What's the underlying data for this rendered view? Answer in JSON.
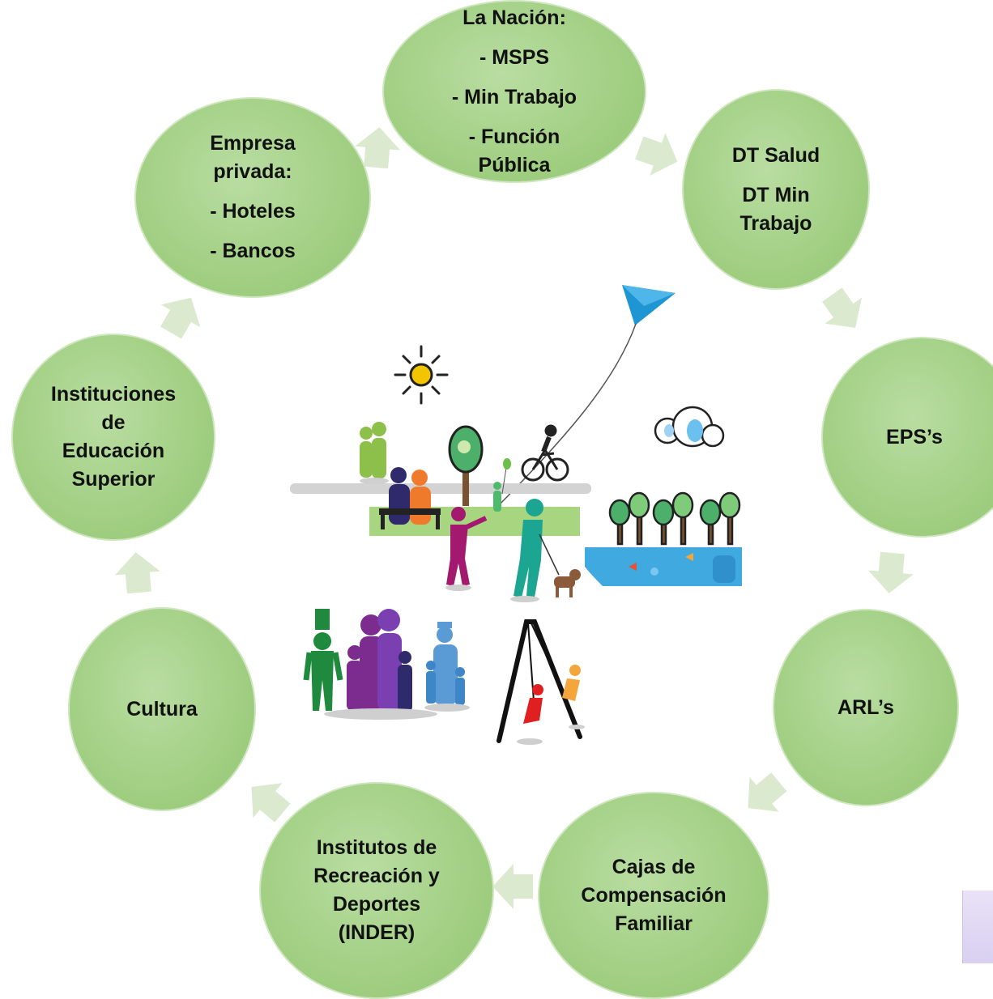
{
  "nodes": {
    "la_nacion": [
      "La Nación:",
      "- MSPS",
      "- Min Trabajo",
      "- Función",
      "Pública"
    ],
    "dt": [
      "DT Salud",
      "DT Min",
      "Trabajo"
    ],
    "eps": [
      "EPS’s"
    ],
    "arl": [
      "ARL’s"
    ],
    "cajas": [
      "Cajas de",
      "Compensación",
      "Familiar"
    ],
    "inder": [
      "Institutos de",
      "Recreación y",
      "Deportes",
      "(INDER)"
    ],
    "cultura": [
      "Cultura"
    ],
    "educacion": [
      "Instituciones",
      "de",
      "Educación",
      "Superior"
    ],
    "empresa": [
      "Empresa",
      "privada:",
      "- Hoteles",
      "- Bancos"
    ]
  },
  "colors": {
    "node_fill": "#a3d085",
    "arrow": "#dbe9cf",
    "kite": "#1f95d3",
    "water": "#3fa9e0",
    "lawn": "#a8d57f",
    "sun": "#f2c500"
  },
  "icons": [
    "sun-icon",
    "kite-icon",
    "cloud-icon",
    "cyclist-icon",
    "family-icon",
    "swing-icon",
    "dog-icon",
    "tree-icon",
    "pond-icon"
  ]
}
